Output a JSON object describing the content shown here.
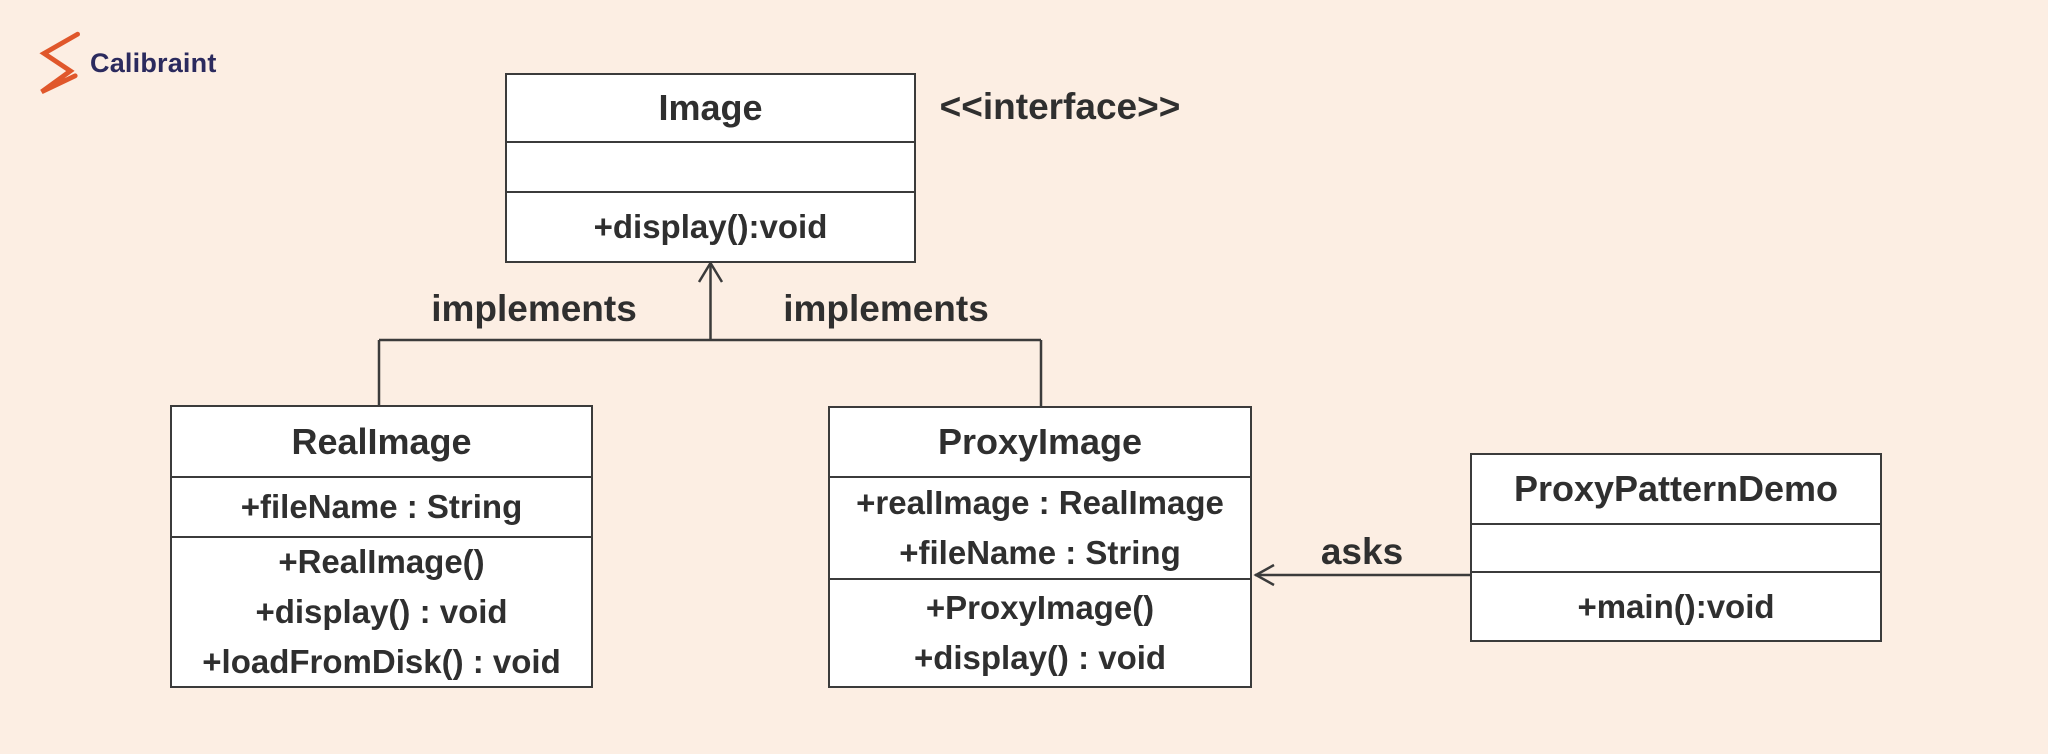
{
  "logo": {
    "text": "Calibraint",
    "glyph": "calibraint-zigzag-mark",
    "glyph_color": "#e0572b",
    "text_color": "#2b2a5e"
  },
  "diagram": {
    "title_hint": "Proxy pattern UML class diagram",
    "colors": {
      "background": "#fceee3",
      "box_fill": "#ffffff",
      "line": "#3b3b3b",
      "text": "#2f2f2f"
    },
    "stereotype_label": "<<interface>>",
    "labels": {
      "implements_left": "implements",
      "implements_right": "implements",
      "asks": "asks"
    },
    "classes": {
      "image": {
        "name": "Image",
        "methods": [
          "+display():void"
        ]
      },
      "real_image": {
        "name": "RealImage",
        "attributes": [
          "+fileName : String"
        ],
        "methods": [
          "+RealImage()",
          "+display() : void",
          "+loadFromDisk() : void"
        ]
      },
      "proxy_image": {
        "name": "ProxyImage",
        "attributes": [
          "+realImage : RealImage",
          "+fileName : String"
        ],
        "methods": [
          "+ProxyImage()",
          "+display() : void"
        ]
      },
      "demo": {
        "name": "ProxyPatternDemo",
        "methods": [
          "+main():void"
        ]
      }
    }
  }
}
